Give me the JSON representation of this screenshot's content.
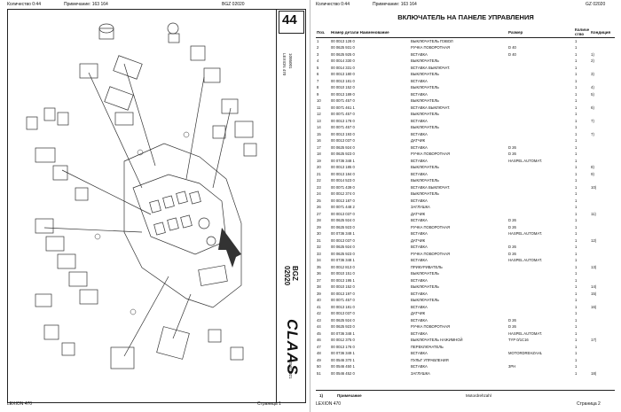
{
  "left_page": {
    "header": {
      "qty_label": "Количество 0:44",
      "note_label": "Примечание: 163 164",
      "code": "BGZ 02020"
    },
    "page_number": "44",
    "model": "BGZ 02020",
    "logo": "CLAAS",
    "side_ref_1": "1095001",
    "side_ref_2": "LEXION 470",
    "side_ref_3": "129023021",
    "footer": {
      "model": "LEXION 470",
      "page": "Страница 1"
    }
  },
  "right_page": {
    "header": {
      "qty_label": "Количество 0:44",
      "note_label": "Примечание: 163 164",
      "code": "GZ 02020"
    },
    "title": "ВКЛЮЧАТЕЛЬ НА ПАНЕЛЕ УПРАВЛЕНИЯ",
    "columns": {
      "pos": "Поз.",
      "number_name": "Номер детали Наименование",
      "size": "Размер",
      "qty": "Количе ство",
      "cond": "Кондиция"
    },
    "rows": [
      {
        "pos": "1",
        "num": "00 0013 128 0",
        "name": "ВЫКЛЮЧАТЕЛЬ ПЭВОЛ",
        "size": "",
        "qty": "1",
        "cond": ""
      },
      {
        "pos": "2",
        "num": "00 0625 931 0",
        "name": "РУЧКА ПОВОРОТНАЯ",
        "size": "D 40",
        "qty": "1",
        "cond": ""
      },
      {
        "pos": "3",
        "num": "00 0625 925 0",
        "name": "ВСТАВКА",
        "size": "D 40",
        "qty": "1",
        "cond": "1)"
      },
      {
        "pos": "4",
        "num": "00 0014 330 0",
        "name": "ВЫКЛЮЧАТЕЛЬ",
        "size": "",
        "qty": "1",
        "cond": "2)"
      },
      {
        "pos": "5",
        "num": "00 0014 331 0",
        "name": "ВСТАВКА ВЫКЛЮЧАТ.",
        "size": "",
        "qty": "1",
        "cond": ""
      },
      {
        "pos": "6",
        "num": "00 0013 180 0",
        "name": "ВЫКЛЮЧАТЕЛЬ",
        "size": "",
        "qty": "1",
        "cond": "3)"
      },
      {
        "pos": "7",
        "num": "00 0013 181 0",
        "name": "ВСТАВКА",
        "size": "",
        "qty": "1",
        "cond": ""
      },
      {
        "pos": "8",
        "num": "00 0010 152 0",
        "name": "ВЫКЛЮЧАТЕЛЬ",
        "size": "",
        "qty": "1",
        "cond": "4)"
      },
      {
        "pos": "9",
        "num": "00 0013 189 0",
        "name": "ВСТАВКА",
        "size": "",
        "qty": "1",
        "cond": "5)"
      },
      {
        "pos": "10",
        "num": "00 0071 457 0",
        "name": "ВЫКЛЮЧАТЕЛЬ",
        "size": "",
        "qty": "1",
        "cond": ""
      },
      {
        "pos": "11",
        "num": "00 0071 461 1",
        "name": "ВСТАВКА ВЫКЛЮЧАТ.",
        "size": "",
        "qty": "1",
        "cond": "6)"
      },
      {
        "pos": "12",
        "num": "00 0071 457 0",
        "name": "ВЫКЛЮЧАТЕЛЬ",
        "size": "",
        "qty": "1",
        "cond": ""
      },
      {
        "pos": "13",
        "num": "00 0013 178 0",
        "name": "ВСТАВКА",
        "size": "",
        "qty": "1",
        "cond": "7)"
      },
      {
        "pos": "14",
        "num": "00 0071 457 0",
        "name": "ВЫКЛЮЧАТЕЛЬ",
        "size": "",
        "qty": "1",
        "cond": ""
      },
      {
        "pos": "15",
        "num": "00 0013 193 0",
        "name": "ВСТАВКА",
        "size": "",
        "qty": "1",
        "cond": "7)"
      },
      {
        "pos": "16",
        "num": "00 0013 037 0",
        "name": "ДАТЧИК",
        "size": "",
        "qty": "1",
        "cond": ""
      },
      {
        "pos": "17",
        "num": "00 0625 924 0",
        "name": "ВСТАВКА",
        "size": "D 26",
        "qty": "1",
        "cond": ""
      },
      {
        "pos": "18",
        "num": "00 0625 923 0",
        "name": "РУЧКА ПОВОРОТНАЯ",
        "size": "D 26",
        "qty": "1",
        "cond": ""
      },
      {
        "pos": "19",
        "num": "00 0736 348 1",
        "name": "ВСТАВКА",
        "size": "HASPEL AUTOMAT.",
        "qty": "1",
        "cond": ""
      },
      {
        "pos": "20",
        "num": "00 0013 185 0",
        "name": "ВЫКЛЮЧАТЕЛЬ",
        "size": "",
        "qty": "1",
        "cond": "8)"
      },
      {
        "pos": "21",
        "num": "00 0013 184 0",
        "name": "ВСТАВКА",
        "size": "",
        "qty": "1",
        "cond": "9)"
      },
      {
        "pos": "22",
        "num": "00 0014 523 0",
        "name": "ВЫКЛЮЧАТЕЛЬ",
        "size": "",
        "qty": "1",
        "cond": ""
      },
      {
        "pos": "23",
        "num": "00 0071 439 0",
        "name": "ВСТАВКА ВЫКЛЮЧАТ.",
        "size": "",
        "qty": "1",
        "cond": "10)"
      },
      {
        "pos": "24",
        "num": "00 0012 374 0",
        "name": "ВЫКЛЮЧАТЕЛЬ",
        "size": "",
        "qty": "1",
        "cond": ""
      },
      {
        "pos": "25",
        "num": "00 0013 187 0",
        "name": "ВСТАВКА",
        "size": "",
        "qty": "1",
        "cond": ""
      },
      {
        "pos": "26",
        "num": "00 0071 448 2",
        "name": "ЗАГЛУШКА",
        "size": "",
        "qty": "1",
        "cond": ""
      },
      {
        "pos": "27",
        "num": "00 0013 037 0",
        "name": "ДАТЧИК",
        "size": "",
        "qty": "1",
        "cond": "11)"
      },
      {
        "pos": "28",
        "num": "00 0625 924 0",
        "name": "ВСТАВКА",
        "size": "D 26",
        "qty": "1",
        "cond": ""
      },
      {
        "pos": "29",
        "num": "00 0625 923 0",
        "name": "РУЧКА ПОВОРОТНАЯ",
        "size": "D 26",
        "qty": "1",
        "cond": ""
      },
      {
        "pos": "30",
        "num": "00 0736 348 1",
        "name": "ВСТАВКА",
        "size": "HASPEL AUTOMAT.",
        "qty": "1",
        "cond": ""
      },
      {
        "pos": "31",
        "num": "00 0013 037 0",
        "name": "ДАТЧИК",
        "size": "",
        "qty": "1",
        "cond": "12)"
      },
      {
        "pos": "32",
        "num": "00 0625 924 0",
        "name": "ВСТАВКА",
        "size": "D 26",
        "qty": "1",
        "cond": ""
      },
      {
        "pos": "33",
        "num": "00 0625 923 0",
        "name": "РУЧКА ПОВОРОТНАЯ",
        "size": "D 26",
        "qty": "1",
        "cond": ""
      },
      {
        "pos": "34",
        "num": "00 0736 348 1",
        "name": "ВСТАВКА",
        "size": "HASPEL AUTOMAT.",
        "qty": "1",
        "cond": ""
      },
      {
        "pos": "35",
        "num": "00 0012 813 0",
        "name": "ПРИКУРИВАТЕЛЬ",
        "size": "",
        "qty": "1",
        "cond": "13)"
      },
      {
        "pos": "36",
        "num": "00 0010 151 0",
        "name": "ВЫКЛЮЧАТЕЛЬ",
        "size": "",
        "qty": "1",
        "cond": ""
      },
      {
        "pos": "37",
        "num": "00 0013 195 1",
        "name": "ВСТАВКА",
        "size": "",
        "qty": "1",
        "cond": ""
      },
      {
        "pos": "38",
        "num": "00 0010 152 0",
        "name": "ВЫКЛЮЧАТЕЛЬ",
        "size": "",
        "qty": "1",
        "cond": "14)"
      },
      {
        "pos": "39",
        "num": "00 0013 197 0",
        "name": "ВСТАВКА",
        "size": "",
        "qty": "1",
        "cond": "15)"
      },
      {
        "pos": "40",
        "num": "00 0071 457 0",
        "name": "ВЫКЛЮЧАТЕЛЬ",
        "size": "",
        "qty": "1",
        "cond": ""
      },
      {
        "pos": "41",
        "num": "00 0013 181 0",
        "name": "ВСТАВКА",
        "size": "",
        "qty": "1",
        "cond": "16)"
      },
      {
        "pos": "42",
        "num": "00 0013 037 0",
        "name": "ДАТЧИК",
        "size": "",
        "qty": "1",
        "cond": ""
      },
      {
        "pos": "43",
        "num": "00 0625 924 0",
        "name": "ВСТАВКА",
        "size": "D 26",
        "qty": "1",
        "cond": ""
      },
      {
        "pos": "44",
        "num": "00 0625 923 0",
        "name": "РУЧКА ПОВОРОТНАЯ",
        "size": "D 26",
        "qty": "1",
        "cond": ""
      },
      {
        "pos": "45",
        "num": "00 0736 348 1",
        "name": "ВСТАВКА",
        "size": "HASPEL AUTOMAT.",
        "qty": "1",
        "cond": ""
      },
      {
        "pos": "46",
        "num": "00 0012 375 0",
        "name": "ВЫКЛЮЧАТЕЛЬ НАЖИМНОЙ",
        "size": "TYP 0/1C16",
        "qty": "1",
        "cond": "17)"
      },
      {
        "pos": "47",
        "num": "00 0013 176 0",
        "name": "ПЕРЕКЛЮЧАТЕЛЬ",
        "size": "",
        "qty": "1",
        "cond": ""
      },
      {
        "pos": "48",
        "num": "00 0736 349 1",
        "name": "ВСТАВКА",
        "size": "MOTORDREHZAHL",
        "qty": "1",
        "cond": ""
      },
      {
        "pos": "49",
        "num": "00 0546 370 1",
        "name": "ПУЛЬТ УПРАВЛЕНИЯ",
        "size": "",
        "qty": "1",
        "cond": ""
      },
      {
        "pos": "50",
        "num": "00 0546 450 1",
        "name": "ВСТАВКА",
        "size": "3PH",
        "qty": "1",
        "cond": ""
      },
      {
        "pos": "51",
        "num": "00 0546 452 0",
        "name": "ЗАГЛУШКА",
        "size": "",
        "qty": "1",
        "cond": "18)"
      }
    ],
    "note": {
      "num": "1)",
      "label": "Примечание",
      "text": "Motordrehzahl"
    },
    "footer": {
      "model": "LEXION 470",
      "page": "Страница 2"
    }
  }
}
